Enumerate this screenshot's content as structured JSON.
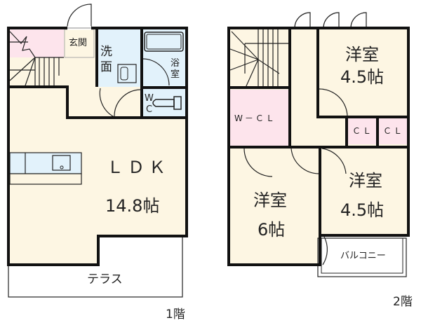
{
  "colors": {
    "room": "#fdf6e3",
    "wet": "#e2f2fb",
    "storage": "#fde4ec",
    "wall": "#111111",
    "outdoor": "#ffffff"
  },
  "floor1": {
    "label": "1階",
    "rooms": {
      "entrance": "玄関",
      "washroom_line1": "洗",
      "washroom_line2": "面",
      "bath_line1": "浴",
      "bath_line2": "室",
      "wc_line1": "W",
      "wc_line2": "C",
      "ldk_name": "ＬＤＫ",
      "ldk_size": "14.8帖",
      "terrace": "テラス"
    }
  },
  "floor2": {
    "label": "2階",
    "rooms": {
      "western_a_name": "洋室",
      "western_a_size": "4.5帖",
      "wcl": "W－ＣＬ",
      "cl1": "ＣＬ",
      "cl2": "ＣＬ",
      "western_b_name": "洋室",
      "western_b_size": "6帖",
      "western_c_name": "洋室",
      "western_c_size": "4.5帖",
      "balcony": "バルコニー"
    }
  }
}
